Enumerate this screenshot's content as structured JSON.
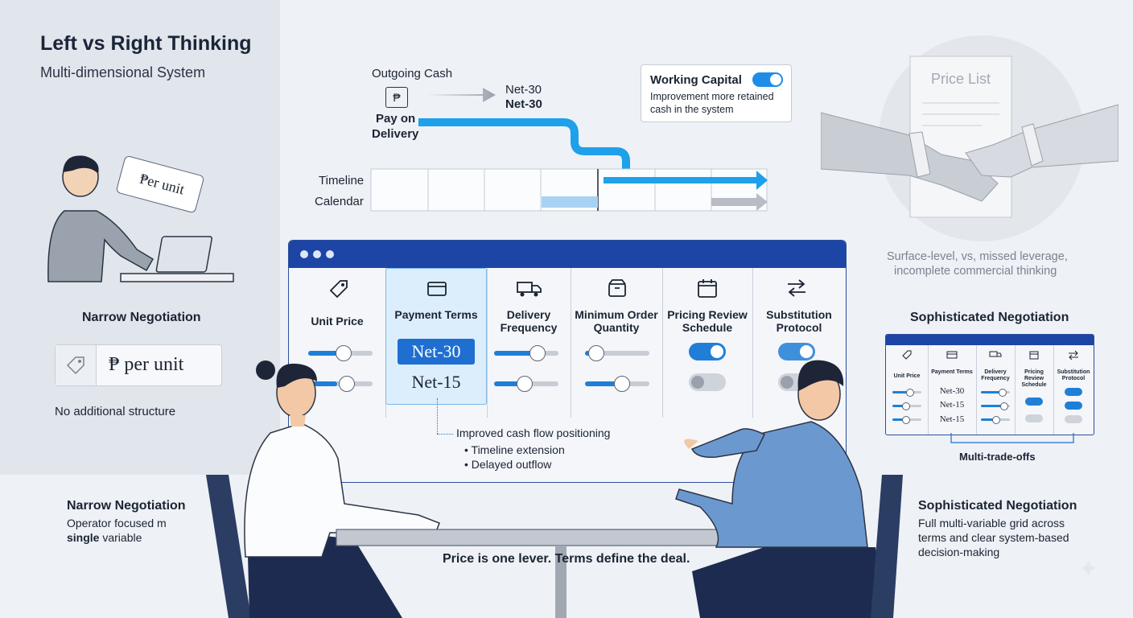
{
  "header": {
    "title": "Left vs Right Thinking",
    "subtitle": "Multi-dimensional System"
  },
  "left": {
    "tag_text": "₱er unit",
    "heading": "Narrow Negotiation",
    "price_text": "₱ per unit",
    "note": "No additional structure"
  },
  "cash_flow": {
    "outgoing_label": "Outgoing Cash",
    "pay_label_1": "Pay on",
    "pay_label_2": "Delivery",
    "net_label_1": "Net-30",
    "net_label_2": "Net-30",
    "timeline_label": "Timeline",
    "calendar_label": "Calendar",
    "wallet_symbol": "₱"
  },
  "working_capital": {
    "title": "Working Capital",
    "desc_1": "Improvement more retained",
    "desc_2": "cash in the system"
  },
  "handshake": {
    "doc_title": "Price List",
    "caption_1": "Surface-level, vs, missed leverage,",
    "caption_2": "incomplete commercial thinking"
  },
  "grid": {
    "columns": [
      "Unit Price",
      "Payment Terms",
      "Delivery Frequency",
      "Minimum Order Quantity",
      "Pricing Review Schedule",
      "Substitution Protocol"
    ],
    "net_selected": "Net-30",
    "net_other": "Net-15",
    "callout_title": "Improved cash flow positioning",
    "callout_item_1": "• Timeline extension",
    "callout_item_2": "• Delayed outflow"
  },
  "right": {
    "heading": "Sophisticated Negotiation",
    "mini_columns": [
      "Unit Price",
      "Payment Terms",
      "Delivery Frequency",
      "Pricing Review Schedule",
      "Substitution Protocol"
    ],
    "mini_nets": [
      "Net-30",
      "Net-15",
      "Net-15"
    ],
    "trade_offs": "Multi-trade-offs"
  },
  "bottom": {
    "left_heading": "Narrow Negotiation",
    "left_line_1": "Operator focused m",
    "left_line_2_bold": "single",
    "left_line_2_rest": " variable",
    "right_heading": "Sophisticated Negotiation",
    "right_line_1": "Full multi-variable grid across",
    "right_line_2": "terms and clear system-based",
    "right_line_3": "decision-making",
    "tagline": "Price is one lever. Terms define the deal."
  },
  "colors": {
    "accent": "#1f7fd6",
    "window_bar": "#1d45a6",
    "panel": "#e1e5ec",
    "flow_blue": "#1ea0ea"
  }
}
